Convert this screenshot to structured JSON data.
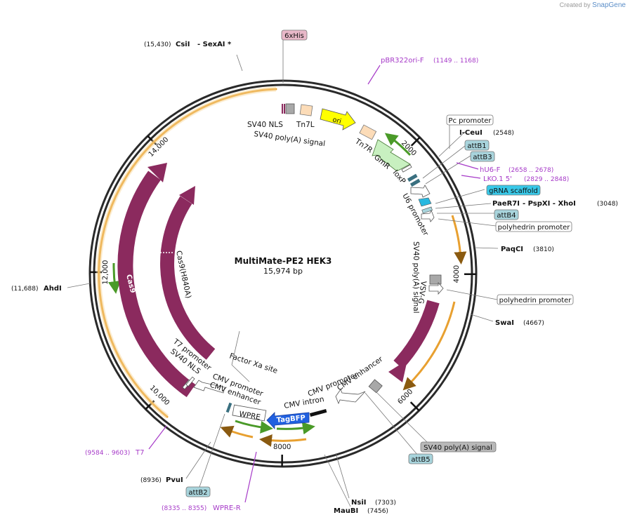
{
  "app": {
    "credit_prefix": "Created by",
    "credit_brand": "SnapGene"
  },
  "plasmid": {
    "name": "MultiMate-PE2 HEK3",
    "length_label": "15,974 bp",
    "length_bp": 15974
  },
  "ticks": [
    {
      "label": "2000",
      "bp": 2000
    },
    {
      "label": "4000",
      "bp": 4000
    },
    {
      "label": "6000",
      "bp": 6000
    },
    {
      "label": "8000",
      "bp": 8000
    },
    {
      "label": "10,000",
      "bp": 10000
    },
    {
      "label": "12,000",
      "bp": 12000
    },
    {
      "label": "14,000",
      "bp": 14000
    }
  ],
  "sites": [
    {
      "id": "csii",
      "name": "CsiI",
      "extra": "- SexAI *",
      "pos_text": "(15,430)",
      "bp": 15430,
      "side": "left"
    },
    {
      "id": "iceui",
      "name": "I-CeuI",
      "pos_text": "(2548)",
      "bp": 2548,
      "side": "right"
    },
    {
      "id": "paer7i",
      "name": "PaeR7I",
      "extra": "- PspXI   - XhoI",
      "pos_text": "(3048)",
      "bp": 3048,
      "side": "right"
    },
    {
      "id": "paqci",
      "name": "PaqCI",
      "pos_text": "(3810)",
      "bp": 3810,
      "side": "right"
    },
    {
      "id": "swai",
      "name": "SwaI",
      "pos_text": "(4667)",
      "bp": 4667,
      "side": "right"
    },
    {
      "id": "nsii",
      "name": "NsiI",
      "pos_text": "(7303)",
      "bp": 7303,
      "side": "right"
    },
    {
      "id": "maubi",
      "name": "MauBI",
      "pos_text": "(7456)",
      "bp": 7456,
      "side": "right"
    },
    {
      "id": "pvui",
      "name": "PvuI",
      "pos_text": "(8936)",
      "bp": 8936,
      "side": "left"
    },
    {
      "id": "ahdi",
      "name": "AhdI",
      "pos_text": "(11,688)",
      "bp": 11688,
      "side": "left"
    }
  ],
  "primers": [
    {
      "id": "pbr322",
      "name": "pBR322ori-F",
      "pos_text": "(1149 .. 1168)",
      "bp": 1158,
      "color": "#a63ac8"
    },
    {
      "id": "hu6f",
      "name": "hU6-F",
      "pos_text": "(2658 .. 2678)",
      "bp": 2668,
      "color": "#a63ac8"
    },
    {
      "id": "lko",
      "name": "LKO.1 5'",
      "pos_text": "(2829 .. 2848)",
      "bp": 2838,
      "color": "#a63ac8"
    },
    {
      "id": "wprer",
      "name": "WPRE-R",
      "pos_text": "(8335 .. 8355)",
      "bp": 8345,
      "color": "#a63ac8"
    },
    {
      "id": "t7p",
      "name": "T7",
      "pos_text": "(9584 .. 9603)",
      "bp": 9593,
      "color": "#a63ac8"
    }
  ],
  "boxed_labels": [
    {
      "id": "his",
      "text": "6xHis",
      "fill": "#e8b8c8"
    },
    {
      "id": "pc",
      "text": "Pc promoter",
      "fill": "#ffffff"
    },
    {
      "id": "attb1",
      "text": "attB1",
      "fill": "#a8d4dc"
    },
    {
      "id": "attb3",
      "text": "attB3",
      "fill": "#a8d4dc"
    },
    {
      "id": "grna",
      "text": "gRNA scaffold",
      "fill": "#38c8e8"
    },
    {
      "id": "attb4",
      "text": "attB4",
      "fill": "#a8d4dc"
    },
    {
      "id": "polh1",
      "text": "polyhedrin promoter",
      "fill": "#ffffff"
    },
    {
      "id": "polh2",
      "text": "polyhedrin promoter",
      "fill": "#ffffff"
    },
    {
      "id": "sv40pa",
      "text": "SV40 poly(A) signal",
      "fill": "#b8b8b8"
    },
    {
      "id": "attb5",
      "text": "attB5",
      "fill": "#a8d4dc"
    },
    {
      "id": "attb2",
      "text": "attB2",
      "fill": "#a8d4dc"
    }
  ],
  "feature_labels": [
    {
      "id": "sv40nls1",
      "text": "SV40 NLS"
    },
    {
      "id": "tn7l",
      "text": "Tn7L"
    },
    {
      "id": "sv40pa_in",
      "text": "SV40 poly(A) signal"
    },
    {
      "id": "ori",
      "text": "ori"
    },
    {
      "id": "tn7r",
      "text": "Tn7R"
    },
    {
      "id": "gmr",
      "text": "GmR"
    },
    {
      "id": "loxp",
      "text": "loxP"
    },
    {
      "id": "u6",
      "text": "U6 promoter"
    },
    {
      "id": "sv40pa_in2",
      "text": "SV40 poly(A) signal"
    },
    {
      "id": "vsvg",
      "text": "VSV-G"
    },
    {
      "id": "cmvenh1",
      "text": "CMV enhancer"
    },
    {
      "id": "cmvprom1",
      "text": "CMV promoter"
    },
    {
      "id": "cmvintron",
      "text": "CMV intron"
    },
    {
      "id": "tagbfp",
      "text": "TagBFP"
    },
    {
      "id": "wpre",
      "text": "WPRE"
    },
    {
      "id": "cmvenh2",
      "text": "CMV enhancer"
    },
    {
      "id": "cmvprom2",
      "text": "CMV promoter"
    },
    {
      "id": "factorxa",
      "text": "Factor Xa site"
    },
    {
      "id": "sv40nls2",
      "text": "SV40 NLS"
    },
    {
      "id": "t7prom",
      "text": "T7 promoter"
    },
    {
      "id": "cas9",
      "text": "Cas9"
    },
    {
      "id": "cas9h840a",
      "text": "Cas9(H840A)"
    }
  ],
  "colors": {
    "backbone": "#2a2a2a",
    "cds_magenta": "#8b2a5e",
    "orange_track": "#e8a030",
    "green_arrow": "#4a9a28",
    "primer": "#a63ac8",
    "ori_yellow": "#ffff00",
    "gmr_green": "#c8f0c0",
    "tn7_peach": "#fcdcb8",
    "tagbfp_blue": "#2060e0",
    "grey_feature": "#a8a8a8"
  }
}
